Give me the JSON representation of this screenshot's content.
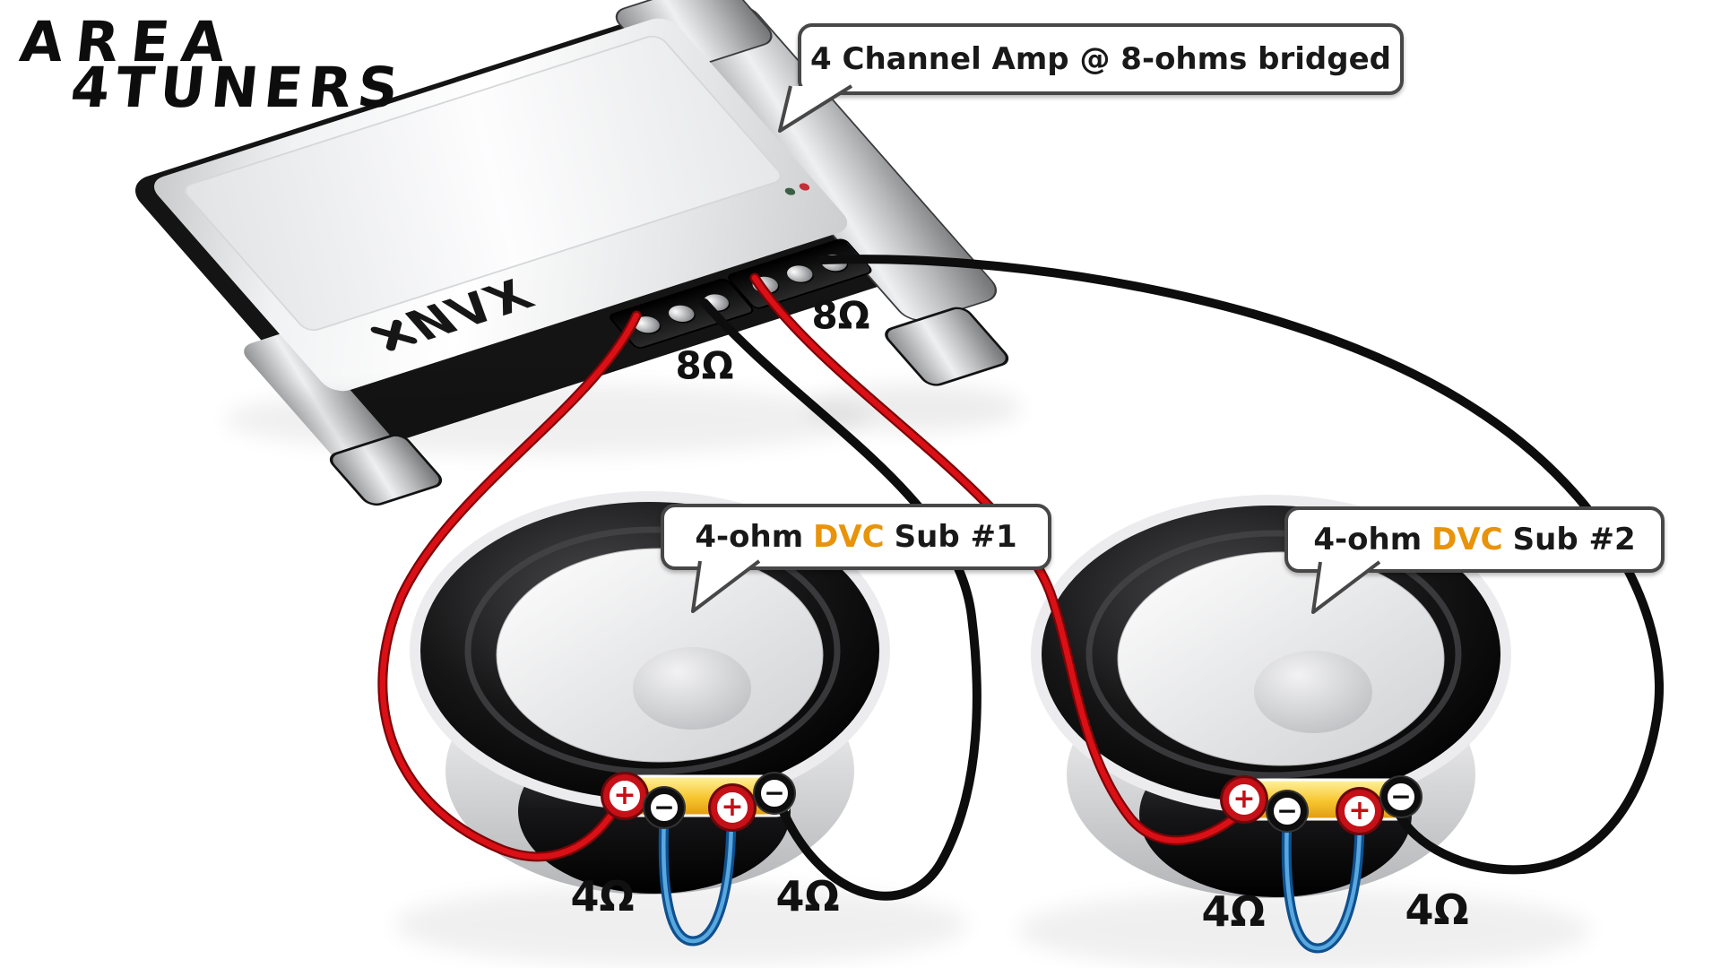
{
  "logo": {
    "line1": "AREA",
    "line2": "4TUNERS"
  },
  "amp": {
    "brand": "NVX",
    "callout_label": "4 Channel Amp @ 8-ohms bridged",
    "output_labels": [
      "8Ω",
      "8Ω"
    ]
  },
  "subs": [
    {
      "callout": {
        "impedance": "4-ohm",
        "type": "DVC",
        "name": "Sub #1"
      },
      "coil_labels": [
        "4Ω",
        "4Ω"
      ],
      "terminal_signs": [
        "+",
        "−",
        "+",
        "−"
      ]
    },
    {
      "callout": {
        "impedance": "4-ohm",
        "type": "DVC",
        "name": "Sub #2"
      },
      "coil_labels": [
        "4Ω",
        "4Ω"
      ],
      "terminal_signs": [
        "+",
        "−",
        "+",
        "−"
      ]
    }
  ],
  "colors": {
    "positive_wire": "#d51016",
    "negative_wire": "#0d0d0d",
    "coil_jumper": "#58a8e0",
    "dvc_text": "#e8930a",
    "terminal_positive_ring": "#c41016",
    "terminal_negative_ring": "#0e0e0e",
    "voice_coil_gasket": "#f5c42e",
    "callout_border": "#474747"
  }
}
